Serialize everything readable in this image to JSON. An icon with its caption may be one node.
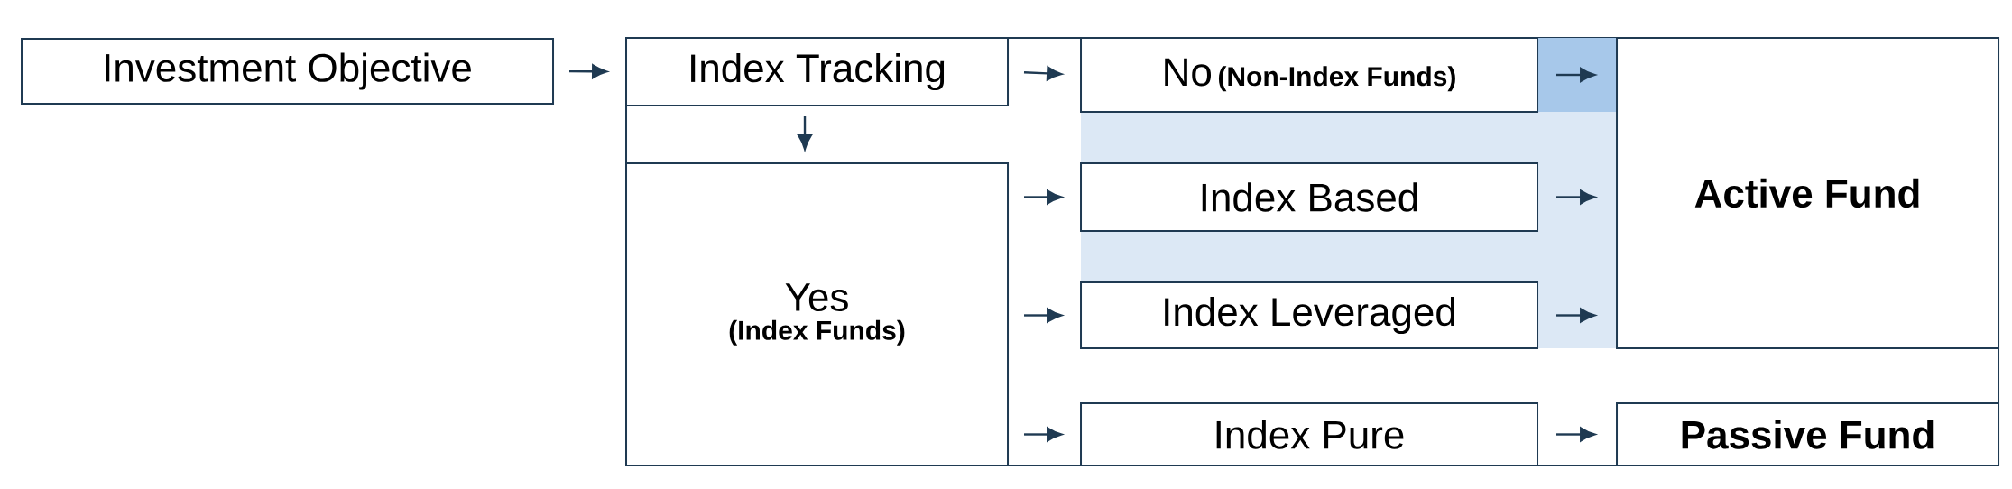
{
  "diagram": {
    "nodes": [
      {
        "text": [
          "Investment Objective"
        ]
      },
      {
        "text": [
          "Index Tracking"
        ]
      },
      {
        "text": [
          "No",
          "(Non-Index Funds)"
        ]
      },
      {
        "text": [
          "Yes",
          "(Index Funds)"
        ]
      },
      {
        "text": [
          "Index Based"
        ]
      },
      {
        "text": [
          "Index Leveraged"
        ]
      },
      {
        "text": [
          "Index Pure"
        ]
      },
      {
        "text": [
          "Active Fund"
        ]
      },
      {
        "text": [
          "Passive Fund"
        ]
      }
    ],
    "edges": [
      {
        "from": 0,
        "to": 1,
        "arrow": "to"
      },
      {
        "from": 1,
        "to": 2,
        "arrow": "to"
      },
      {
        "from": 1,
        "to": 3,
        "arrow": "to"
      },
      {
        "from": 3,
        "to": 4,
        "arrow": "to"
      },
      {
        "from": 3,
        "to": 5,
        "arrow": "to"
      },
      {
        "from": 3,
        "to": 6,
        "arrow": "to"
      },
      {
        "from": 2,
        "to": 7,
        "arrow": "to"
      },
      {
        "from": 4,
        "to": 7,
        "arrow": "to"
      },
      {
        "from": 5,
        "to": 7,
        "arrow": "to"
      },
      {
        "from": 6,
        "to": 8,
        "arrow": "to"
      }
    ]
  }
}
